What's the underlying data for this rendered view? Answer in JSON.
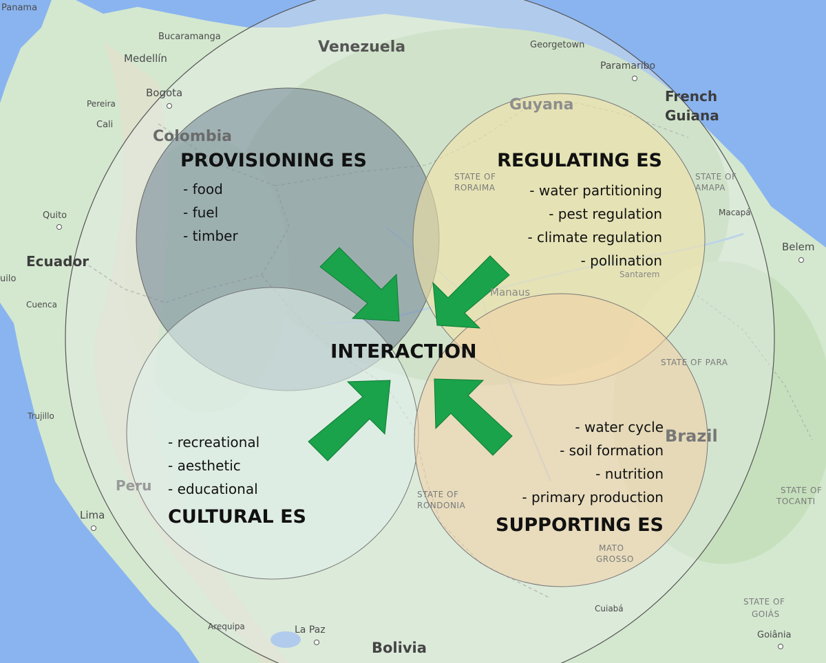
{
  "map_places": {
    "panama": "Panama",
    "bucaramanga": "Bucaramanga",
    "medellin": "Medellín",
    "pereira": "Pereira",
    "bogota": "Bogota",
    "cali": "Cali",
    "colombia": "Colombia",
    "quito": "Quito",
    "ecuador": "Ecuador",
    "guayaquil": "uilo",
    "cuenca": "Cuenca",
    "venezuela": "Venezuela",
    "georgetown": "Georgetown",
    "paramaribo": "Paramaribo",
    "french_guiana_1": "French",
    "french_guiana_2": "Guiana",
    "guyana": "Guyana",
    "state_roraima_1": "STATE OF",
    "state_roraima_2": "RORAIMA",
    "state_amapa_1": "STATE OF",
    "state_amapa_2": "AMAPA",
    "macapa": "Macapá",
    "belem": "Belem",
    "santarem": "Santarem",
    "manaus": "Manaus",
    "state_para": "STATE OF PARA",
    "brazil": "Brazil",
    "trujillo": "Trujillo",
    "peru": "Peru",
    "lima": "Lima",
    "state_rondonia_1": "STATE OF",
    "state_rondonia_2": "RONDONIA",
    "mato_grosso_1": "MATO",
    "mato_grosso_2": "GROSSO",
    "state_tocantins_1": "STATE OF",
    "state_tocantins_2": "TOCANTI",
    "cuiaba": "Cuiabá",
    "state_goias_1": "STATE OF",
    "state_goias_2": "GOIÁS",
    "goiania": "Goiânia",
    "arequipa": "Arequipa",
    "la_paz": "La Paz",
    "bolivia": "Bolivia"
  },
  "provisioning": {
    "title": "PROVISIONING ES",
    "items": [
      "- food",
      "- fuel",
      "- timber"
    ]
  },
  "regulating": {
    "title": "REGULATING ES",
    "items": [
      "- water partitioning",
      "- pest regulation",
      "- climate regulation",
      "- pollination"
    ]
  },
  "cultural": {
    "title": "CULTURAL ES",
    "items": [
      "- recreational",
      "- aesthetic",
      "- educational"
    ]
  },
  "supporting": {
    "title": "SUPPORTING ES",
    "items": [
      "- water cycle",
      "- soil formation",
      "- nutrition",
      "- primary production"
    ]
  },
  "center": {
    "label": "INTERACTION"
  },
  "colors": {
    "ocean": "#8ab4f0",
    "land": "#d4e8d0",
    "forest": "#bfdcb5",
    "provisioning_fill": "#6f8496",
    "regulating_fill": "#f4e3a6",
    "cultural_fill": "#dfeee9",
    "supporting_fill": "#f3cfa6",
    "arrow": "#1aa34a",
    "big_circle": "#e8ece6"
  },
  "icons": {
    "arrows": "green-inward-arrows"
  }
}
